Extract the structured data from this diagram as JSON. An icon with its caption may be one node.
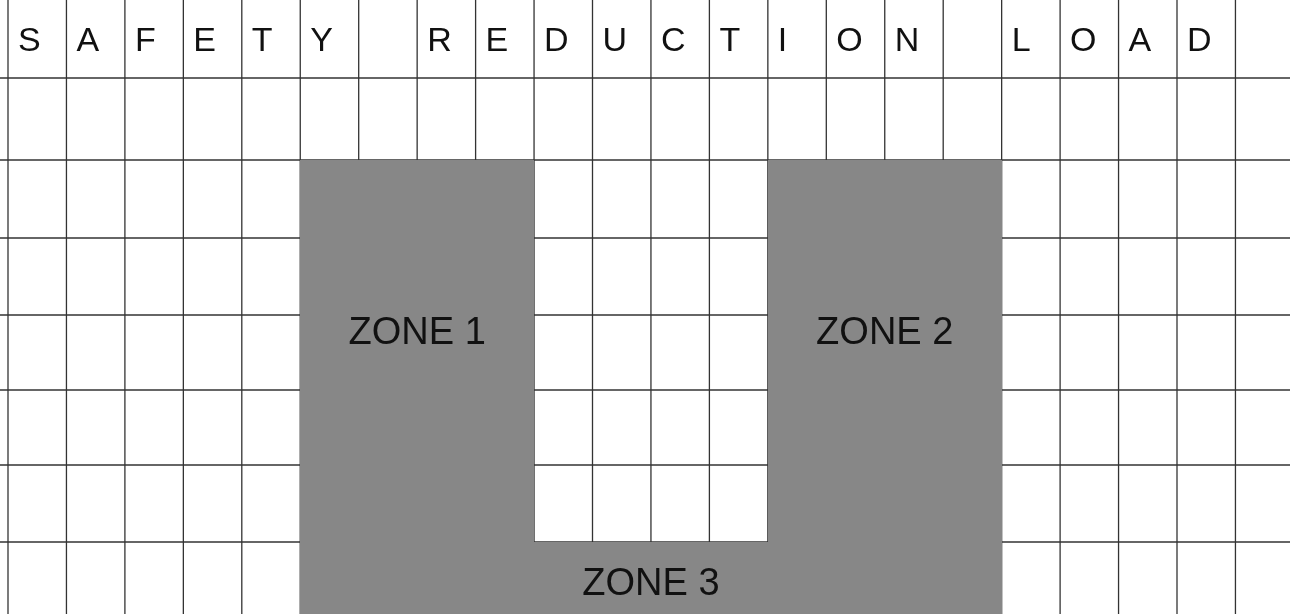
{
  "diagram": {
    "nodes": [
      {
        "text": [
          "ZONE 1"
        ]
      },
      {
        "text": [
          "ZONE 2"
        ]
      },
      {
        "text": [
          "ZONE 3"
        ]
      }
    ],
    "labels": [
      "S",
      "A",
      "F",
      "E",
      "T",
      "Y",
      "R",
      "E",
      "D",
      "U",
      "C",
      "T",
      "I",
      "O",
      "N",
      "L",
      "O",
      "A",
      "D"
    ]
  }
}
